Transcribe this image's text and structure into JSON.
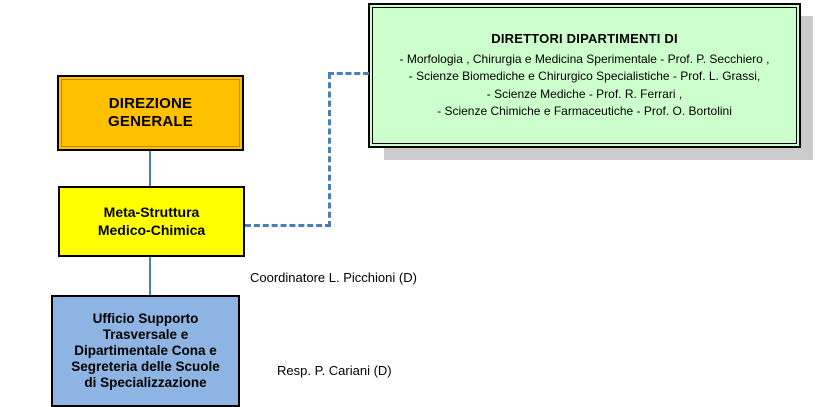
{
  "chart_data": {
    "type": "diagram",
    "title": "Organigramma Meta-Struttura Medico-Chimica",
    "nodes": [
      {
        "id": "direzione-generale",
        "label": "DIREZIONE\nGENERALE",
        "color": "#ffc000",
        "shape": "rectangle"
      },
      {
        "id": "meta-struttura",
        "label": "Meta-Struttura\nMedico-Chimica",
        "color": "#ffff00",
        "shape": "rectangle"
      },
      {
        "id": "ufficio-supporto",
        "label": "Ufficio Supporto\nTrasversale e\nDipartimentale Cona e\nSegreteria delle Scuole\ndi Specializzazione",
        "color": "#8eb4e3",
        "shape": "rectangle"
      },
      {
        "id": "direttori-dipartimenti",
        "label": "DIRETTORI DIPARTIMENTI DI",
        "color": "#ccffcc",
        "shape": "rectangle"
      }
    ],
    "edges": [
      {
        "from": "direzione-generale",
        "to": "meta-struttura",
        "style": "solid"
      },
      {
        "from": "meta-struttura",
        "to": "ufficio-supporto",
        "style": "solid"
      },
      {
        "from": "meta-struttura",
        "to": "direttori-dipartimenti",
        "style": "dashed"
      }
    ]
  },
  "colors": {
    "orange": "#ffc000",
    "yellow": "#ffff00",
    "blue_fill": "#8eb4e3",
    "green_fill": "#ccffcc",
    "connector_blue": "#4a7ebb",
    "shadow_gray": "#cccccc",
    "border": "#000000"
  },
  "nodes": {
    "direzione_generale": {
      "label": "DIREZIONE\nGENERALE"
    },
    "meta_struttura": {
      "label": "Meta-Struttura\nMedico-Chimica"
    },
    "ufficio_supporto": {
      "label": "Ufficio Supporto\nTrasversale e\nDipartimentale Cona e\nSegreteria delle Scuole\ndi Specializzazione"
    },
    "direttori": {
      "title": "DIRETTORI DIPARTIMENTI DI",
      "lines": [
        "-  Morfologia , Chirurgia e Medicina Sperimentale  -  Prof. P. Secchiero ,",
        "- Scienze Biomediche e Chirurgico Specialistiche  -  Prof. L. Grassi,",
        "- Scienze Mediche  -  Prof. R. Ferrari ,",
        "- Scienze Chimiche e Farmaceutiche  -  Prof. O. Bortolini"
      ]
    }
  },
  "captions": {
    "coordinatore": "Coordinatore L. Picchioni (D)",
    "responsabile": "Resp. P. Cariani  (D)"
  }
}
